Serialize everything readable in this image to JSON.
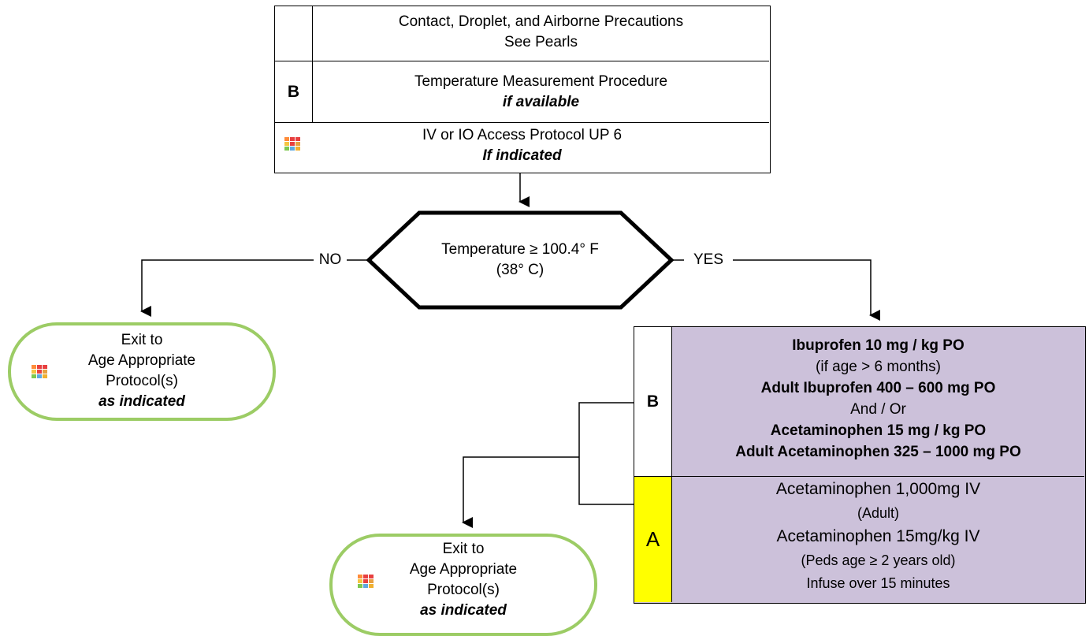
{
  "top_box": {
    "row1": {
      "level": "",
      "line1": "Contact, Droplet, and Airborne Precautions",
      "line2": "See Pearls"
    },
    "row2": {
      "level": "B",
      "line1": "Temperature Measurement Procedure",
      "line2": "if available"
    },
    "row3": {
      "level": "",
      "line1": "IV or IO Access Protocol UP 6",
      "line2": "If indicated"
    }
  },
  "decision": {
    "line1": "Temperature ≥  100.4°  F",
    "line2": "(38°  C)",
    "no_label": "NO",
    "yes_label": "YES"
  },
  "exit_left": {
    "line1": "Exit to",
    "line2": "Age Appropriate",
    "line3": "Protocol(s)",
    "line4": "as indicated"
  },
  "exit_bottom": {
    "line1": "Exit to",
    "line2": "Age Appropriate",
    "line3": "Protocol(s)",
    "line4": "as indicated"
  },
  "treatment_b": {
    "level": "B",
    "line1": "Ibuprofen 10 mg / kg PO",
    "line2": "(if age > 6 months)",
    "line3": "Adult Ibuprofen 400 – 600 mg PO",
    "line4": "And / Or",
    "line5": "Acetaminophen 15 mg / kg PO",
    "line6": "Adult Acetaminophen 325 – 1000 mg PO"
  },
  "treatment_a": {
    "level": "A",
    "line1": "Acetaminophen 1,000mg IV",
    "line2": "(Adult)",
    "line3": "Acetaminophen 15mg/kg IV",
    "line4": "(Peds age ≥ 2 years old)",
    "line5": "Infuse over 15 minutes"
  },
  "colors": {
    "exit_border": "#9ccc65",
    "treatment_fill": "#ccc1da",
    "level_a_fill": "#ffff00"
  },
  "icons": {
    "access_icon": "color-grid-icon",
    "exit_icon": "color-grid-icon"
  }
}
